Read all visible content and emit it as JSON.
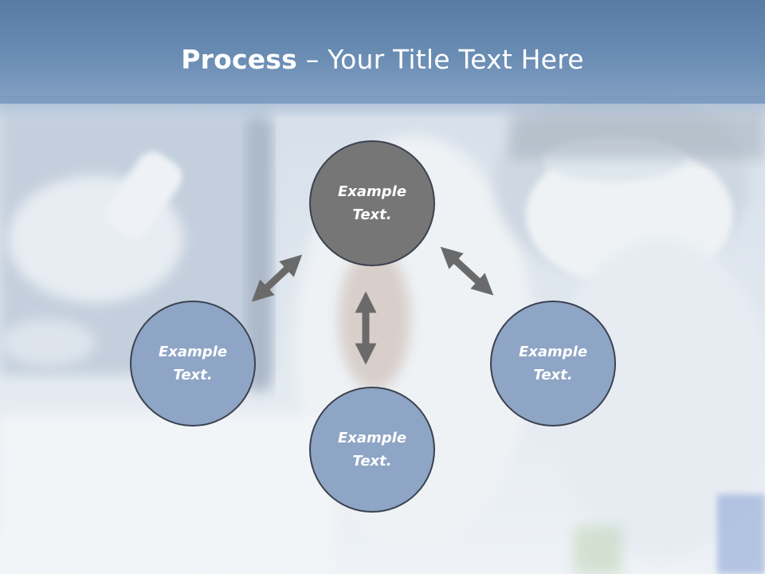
{
  "title": {
    "strong": "Process",
    "separator": " – ",
    "rest": "Your Title Text Here"
  },
  "colors": {
    "center_node": "#767676",
    "outer_node": "#8ea5c5",
    "node_border": "#3c4250",
    "arrow": "#6a6a6a",
    "title_band": "#6a8db4"
  },
  "nodes": [
    {
      "id": "top",
      "text": "Example\nText."
    },
    {
      "id": "left",
      "text": "Example\nText."
    },
    {
      "id": "bottom",
      "text": "Example\nText."
    },
    {
      "id": "right",
      "text": "Example\nText."
    }
  ]
}
